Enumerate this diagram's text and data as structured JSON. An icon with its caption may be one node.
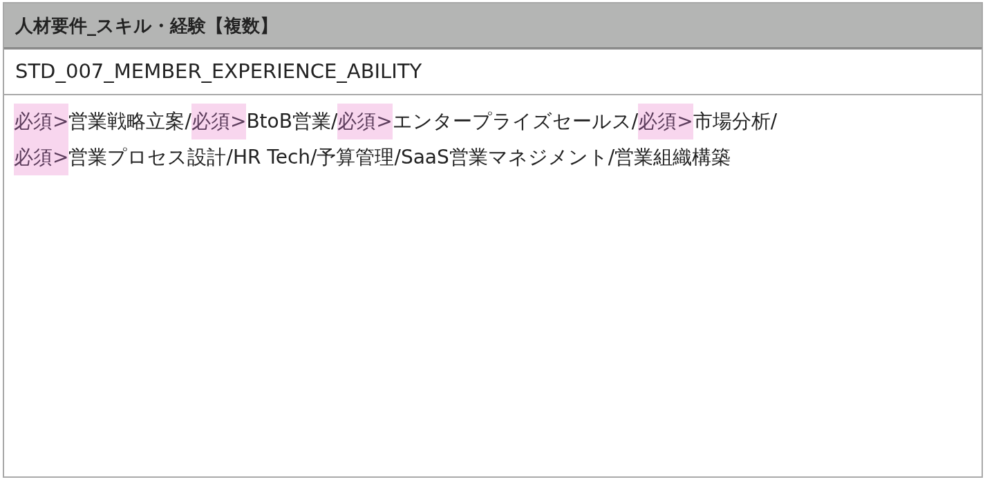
{
  "diagram": {
    "nodes": [
      {
        "text": [
          "人材要件_スキル・経験【複数】"
        ]
      },
      {
        "text": [
          "STD_007_MEMBER_EXPERIENCE_ABILITY"
        ]
      },
      {
        "text": [],
        "shape": "box"
      },
      {
        "text": [
          "必須>"
        ],
        "in": 2
      },
      {
        "text": [
          "必須>"
        ],
        "in": 2
      },
      {
        "text": [
          "必須>"
        ],
        "in": 2
      },
      {
        "text": [
          "必須>"
        ],
        "in": 2
      },
      {
        "text": [
          "必須>"
        ],
        "in": 2
      }
    ],
    "labels": [
      "営業戦略立案/",
      "BtoB営業/",
      "エンタープライズセールス/",
      "市場分析/",
      "営業プロセス設計/HR Tech/予算管理/SaaS営業マネジメント/営業組織構築"
    ]
  }
}
